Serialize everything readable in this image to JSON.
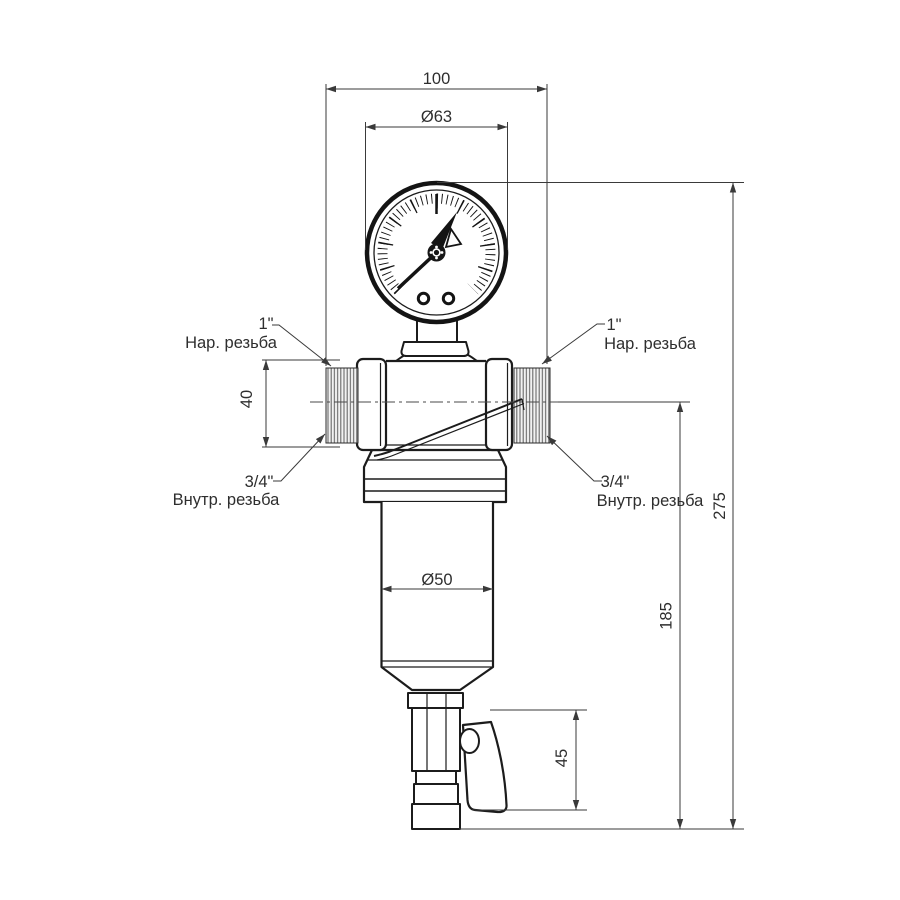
{
  "drawing": {
    "background": "#ffffff",
    "line_color": "#1c1c1c",
    "dimension_color": "#3a3a3a",
    "dimensions": {
      "overall_width": "100",
      "gauge_diameter": "Ø63",
      "port_height": "40",
      "overall_height": "275",
      "lower_height": "185",
      "bowl_diameter": "Ø50",
      "drain_height": "45"
    },
    "callouts": {
      "left_inlet_size": "1\"",
      "left_inlet_type": "Нар. резьба",
      "right_outlet_size": "1\"",
      "right_outlet_type": "Нар. резьба",
      "left_union_size": "3/4\"",
      "left_union_type": "Внутр. резьба",
      "right_union_size": "3/4\"",
      "right_union_type": "Внутр. резьба"
    }
  }
}
